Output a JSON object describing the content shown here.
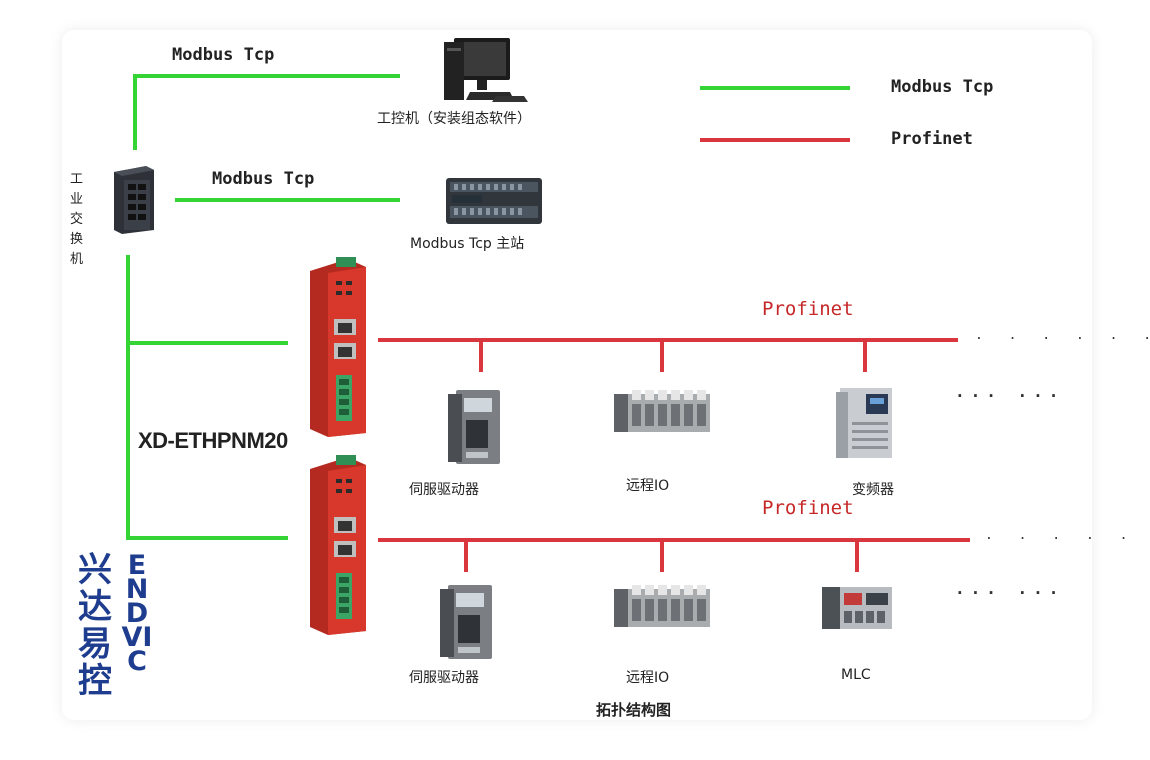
{
  "colors": {
    "modbus": "#35d435",
    "profinet": "#d9363e",
    "gateway": "#d8382c",
    "brand": "#1f3d8f",
    "brand_accent": "#e0a21a"
  },
  "legend": {
    "modbus": "Modbus Tcp",
    "profinet": "Profinet"
  },
  "top": {
    "link1_label": "Modbus Tcp",
    "pc_label": "工控机（安装组态软件）",
    "link2_label": "Modbus Tcp",
    "master_label": "Modbus Tcp 主站",
    "switch_label": "工业交换机"
  },
  "gateway_label": "XD-ETHPNM20",
  "bus1": {
    "label": "Profinet",
    "devices": [
      {
        "label": "伺服驱动器",
        "icon": "servo-drive-icon"
      },
      {
        "label": "远程IO",
        "icon": "remote-io-icon"
      },
      {
        "label": "变频器",
        "icon": "inverter-icon"
      }
    ],
    "dots_line": ". . . . . .",
    "dots_row": "... ..."
  },
  "bus2": {
    "label": "Profinet",
    "devices": [
      {
        "label": "伺服驱动器",
        "icon": "servo-drive-icon"
      },
      {
        "label": "远程IO",
        "icon": "remote-io-icon"
      },
      {
        "label": "MLC",
        "icon": "mlc-icon"
      }
    ],
    "dots_line": ". . . . . .",
    "dots_row": "... ..."
  },
  "brand": {
    "cn": [
      "兴",
      "达",
      "易",
      "控"
    ],
    "en_vertical": "ENDVIC"
  },
  "caption": "拓扑结构图"
}
